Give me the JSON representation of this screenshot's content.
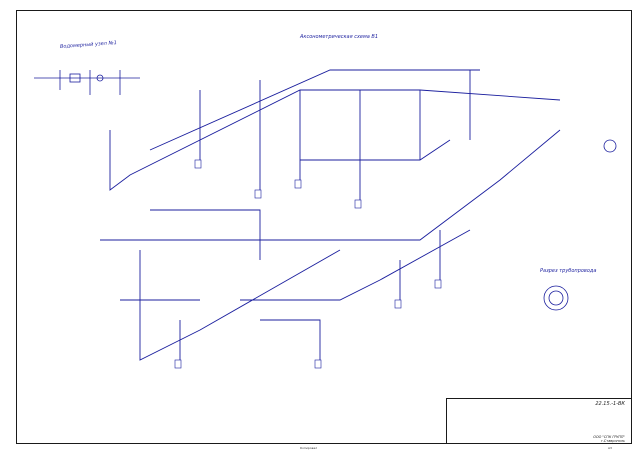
{
  "titles": {
    "unit": "Водомерный узел №1",
    "axonometric": "Аксонометрическая схема В1",
    "pipe_legend": "Разрез трубопровода"
  },
  "stamp": {
    "code": "22.15.-1-ВК",
    "organization_line1": "ООО \"СПК ГРУПП\"",
    "organization_line2": "г.Ставрополь"
  },
  "footer": {
    "left": "Копировал",
    "right": "А3"
  },
  "colors": {
    "line": "#1b1f9e",
    "frame": "#1a1a1a"
  }
}
